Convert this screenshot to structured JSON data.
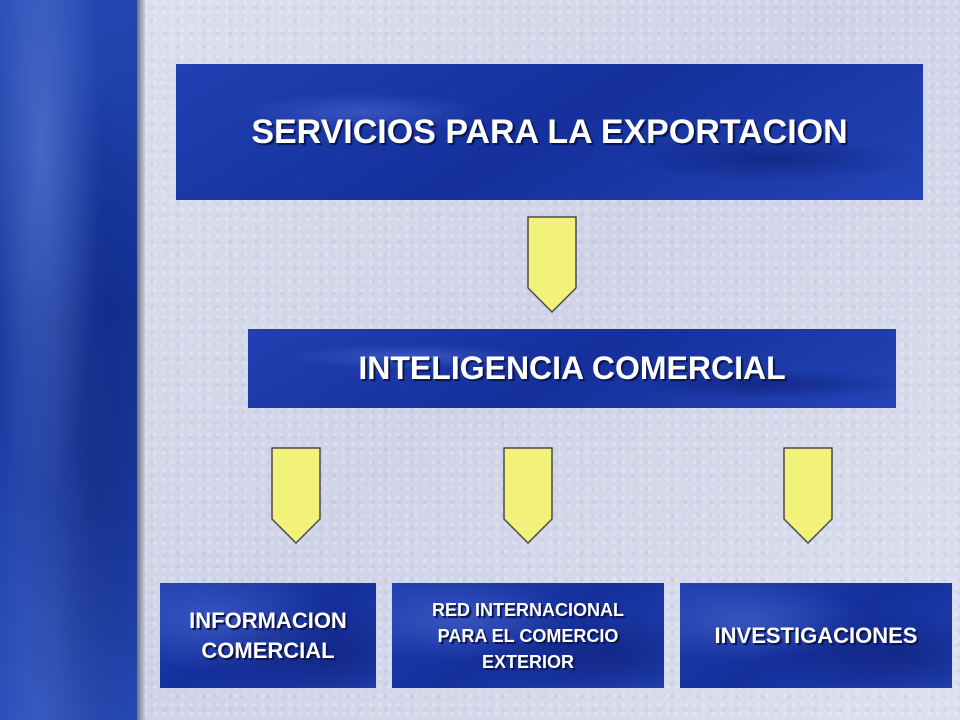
{
  "diagram": {
    "top": {
      "label": "SERVICIOS PARA LA EXPORTACION"
    },
    "middle": {
      "label": "INTELIGENCIA COMERCIAL"
    },
    "children": [
      {
        "label": "INFORMACION\nCOMERCIAL"
      },
      {
        "label": "RED INTERNACIONAL\nPARA EL COMERCIO\nEXTERIOR"
      },
      {
        "label": "INVESTIGACIONES"
      }
    ]
  },
  "colors": {
    "box_fill": "#1a36a6",
    "arrow_fill": "#f2f27a",
    "arrow_stroke": "#4a4a4a",
    "text": "#ffffff",
    "background": "#d9dcea",
    "left_band": "#1c3fa8"
  }
}
